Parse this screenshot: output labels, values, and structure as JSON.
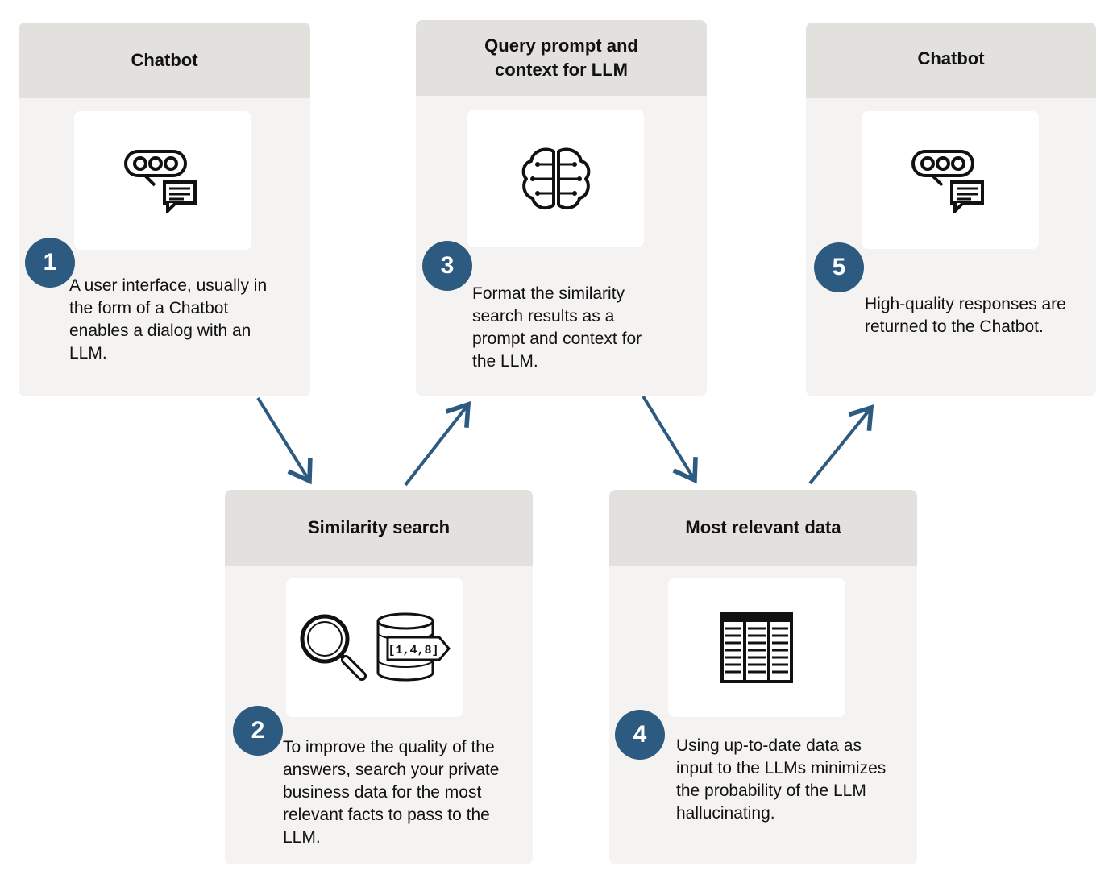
{
  "accent_color": "#2d5a80",
  "steps": [
    {
      "number": "1",
      "title": "Chatbot",
      "icon": "chat-bubbles-icon",
      "description": "A user interface, usually in the form of a Chatbot enables a dialog with an LLM."
    },
    {
      "number": "2",
      "title": "Similarity search",
      "icon": "search-database-icon",
      "icon_label": "[1,4,8]",
      "description": "To improve the quality of the answers, search your private business data for the most relevant facts to pass to the LLM."
    },
    {
      "number": "3",
      "title": "Query prompt and context for LLM",
      "icon": "brain-circuit-icon",
      "description": "Format the similarity search results as a prompt and context for the LLM."
    },
    {
      "number": "4",
      "title": "Most relevant data",
      "icon": "data-table-icon",
      "description": "Using up-to-date data as input to the LLMs minimizes the probability of the LLM hallucinating."
    },
    {
      "number": "5",
      "title": "Chatbot",
      "icon": "chat-bubbles-icon",
      "description": "High-quality responses are returned to the Chatbot."
    }
  ]
}
